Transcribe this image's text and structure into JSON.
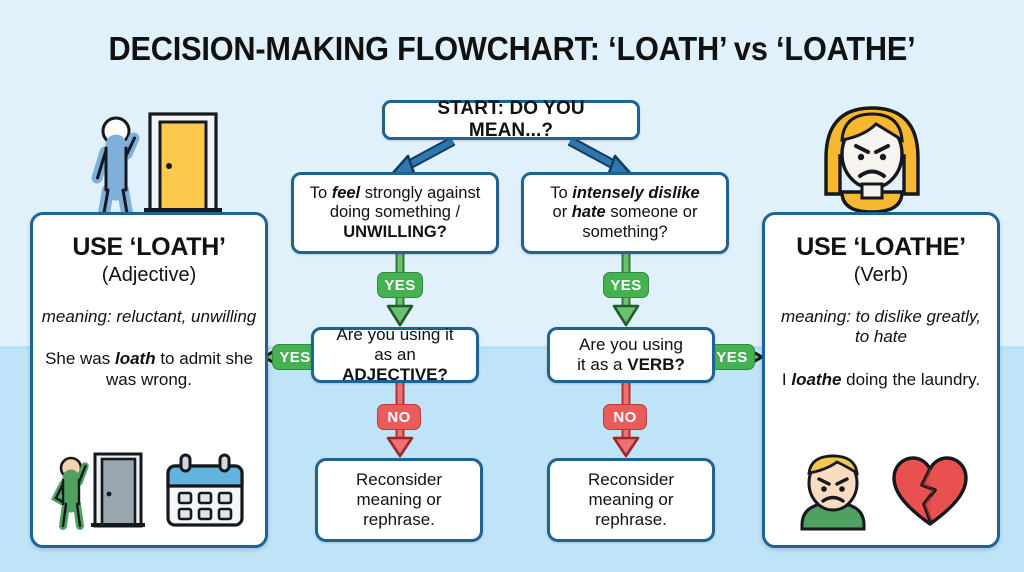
{
  "page": {
    "title": "DECISION-MAKING FLOWCHART: ‘LOATH’ vs ‘LOATHE’",
    "bg_top_color": "#e1f1fb",
    "bg_bottom_color": "#bfe3f7",
    "node_border_color": "#1f6390",
    "yes_color": "#45b150",
    "no_color": "#ea5b5b",
    "arrow_blue": "#2e78ad"
  },
  "flow": {
    "start": {
      "label": "START: DO YOU MEAN...?"
    },
    "branches": [
      {
        "id": "left",
        "question": {
          "line1_pre": "To ",
          "line1_em": "feel",
          "line1_post": " strongly against",
          "line2": "doing something /",
          "line3_strong": "UNWILLING?"
        },
        "yes_badge": "YES",
        "decision": {
          "line1": "Are you using it",
          "line2_pre": "as an ",
          "line2_strong": "ADJECTIVE?"
        },
        "no_badge": "NO",
        "yes_side_badge": "YES",
        "reconsider": "Reconsider meaning or rephrase."
      },
      {
        "id": "right",
        "question": {
          "line1_pre": "To ",
          "line1_em": "intensely dislike",
          "line1_post": "",
          "line2_pre": "or ",
          "line2_em": "hate",
          "line2_post": " someone or",
          "line3": "something?"
        },
        "yes_badge": "YES",
        "decision": {
          "line1": "Are you using",
          "line2_pre": "it as a ",
          "line2_strong": "VERB?"
        },
        "no_badge": "NO",
        "yes_side_badge": "YES",
        "reconsider": "Reconsider meaning or rephrase."
      }
    ]
  },
  "panels": {
    "left": {
      "title": "USE ‘LOATH’",
      "subtitle": "(Adjective)",
      "meaning": "meaning: reluctant, unwilling",
      "example_pre": "She was ",
      "example_em": "loath",
      "example_post": " to admit she was wrong.",
      "art": [
        "person-at-door-icon",
        "calendar-icon"
      ]
    },
    "right": {
      "title": "USE ‘LOATHE’",
      "subtitle": "(Verb)",
      "meaning": "meaning: to dislike greatly, to hate",
      "example_pre": "I ",
      "example_em": "loathe",
      "example_post": " doing the laundry.",
      "art": [
        "angry-face-icon",
        "broken-heart-icon"
      ]
    }
  },
  "illustrations": {
    "top_left": "person-knocking-at-yellow-door-icon",
    "top_right": "angry-woman-icon"
  }
}
